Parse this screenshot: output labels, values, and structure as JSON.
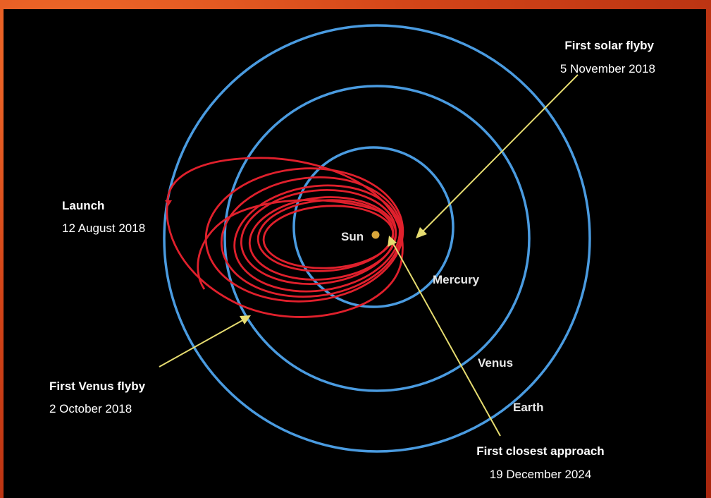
{
  "colors": {
    "orbit": "#4a9be0",
    "trajectory": "#e0202c",
    "arrow": "#e6dc70",
    "sun": "#d9a63a",
    "background": "#000000",
    "frame": "#d24418"
  },
  "planets": {
    "sun": "Sun",
    "mercury": "Mercury",
    "venus": "Venus",
    "earth": "Earth"
  },
  "events": {
    "launch": {
      "title": "Launch",
      "date": "12 August 2018"
    },
    "first_venus_flyby": {
      "title": "First Venus flyby",
      "date": "2 October 2018"
    },
    "first_solar_flyby": {
      "title": "First solar flyby",
      "date": "5 November 2018"
    },
    "first_closest_approach": {
      "title": "First closest approach",
      "date": "19 December 2024"
    }
  }
}
